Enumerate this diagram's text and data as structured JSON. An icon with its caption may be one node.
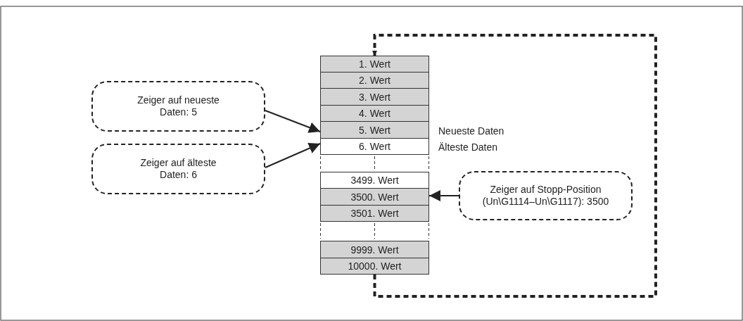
{
  "diagram": {
    "nodes": [
      {
        "text": [
          "Zeiger auf neueste Daten: 5"
        ]
      },
      {
        "text": [
          "Zeiger auf älteste Daten: 6"
        ]
      },
      {
        "text": [
          "1. Wert"
        ]
      },
      {
        "text": [
          "2. Wert"
        ]
      },
      {
        "text": [
          "3. Wert"
        ]
      },
      {
        "text": [
          "4. Wert"
        ]
      },
      {
        "text": [
          "5. Wert"
        ]
      },
      {
        "text": [
          "6. Wert"
        ]
      },
      {
        "text": [
          "3499. Wert"
        ]
      },
      {
        "text": [
          "3500. Wert"
        ]
      },
      {
        "text": [
          "3501. Wert"
        ]
      },
      {
        "text": [
          "9999. Wert"
        ]
      },
      {
        "text": [
          "10000. Wert"
        ]
      },
      {
        "text": [
          "Zeiger auf Stopp-Position (Un\\G1114–Un\\G1117): 3500"
        ]
      }
    ],
    "edges": [
      {
        "from": 0,
        "to": 6,
        "arrow": "to"
      },
      {
        "from": 1,
        "to": 7,
        "arrow": "to"
      },
      {
        "from": 13,
        "to": 9,
        "arrow": "to"
      },
      {
        "from": 12,
        "to": 2,
        "arrow": "to",
        "style": "dashed"
      }
    ],
    "labels": [
      "Neueste Daten",
      "Älteste Daten"
    ]
  }
}
